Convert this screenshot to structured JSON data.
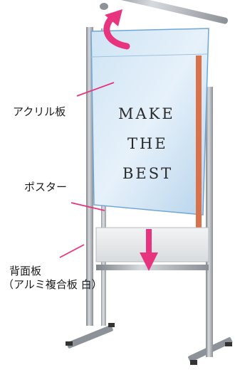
{
  "labels": {
    "acrylic": "アクリル板",
    "poster": "ポスター",
    "back_panel_line1": "背面板",
    "back_panel_line2": "（アルミ複合板 白）"
  },
  "poster": {
    "line1": "MAKE",
    "line2": "THE",
    "line3": "BEST"
  },
  "colors": {
    "accent_arrow": "#e8337f",
    "leader_line": "#e8337f",
    "acrylic_edge": "#6fa6d6",
    "orange_rail": "#d9714b",
    "frame": "#9ea3a8"
  },
  "icons": {
    "rotate": "curved-arrow-icon",
    "down": "down-arrow-icon"
  }
}
